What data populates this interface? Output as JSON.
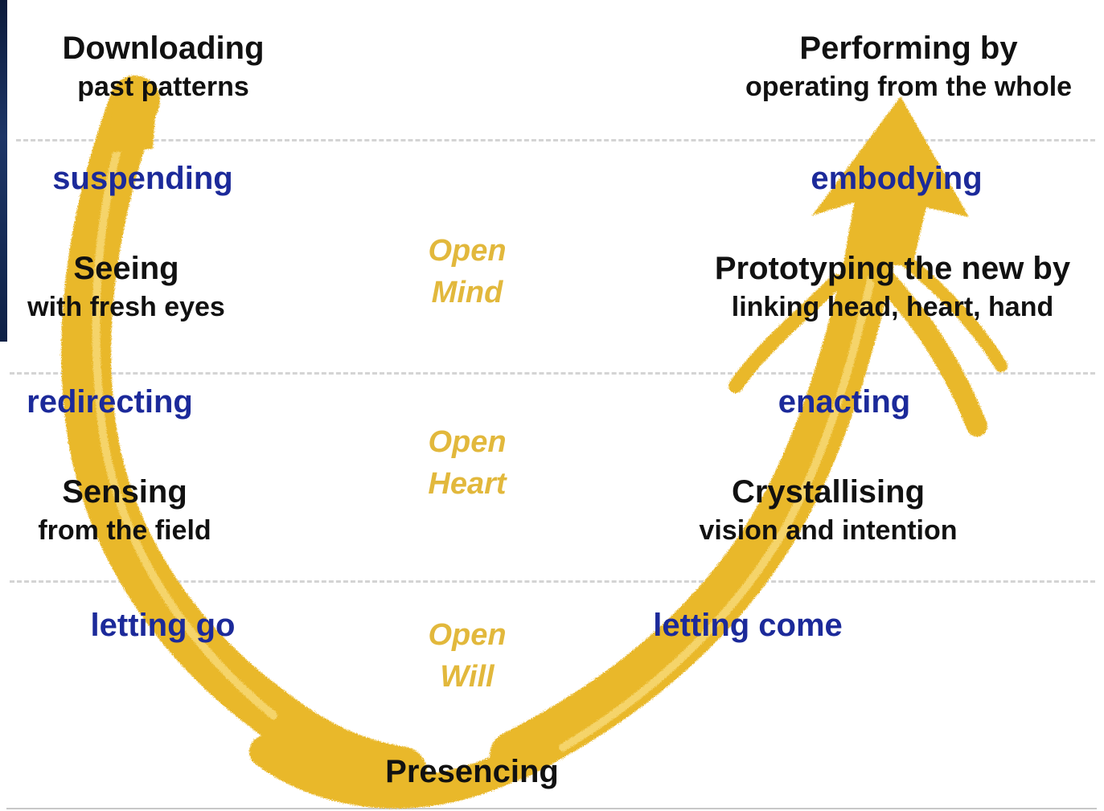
{
  "colors": {
    "arrow": "#e9b82a",
    "arrow_light": "#f5d46a",
    "stage_text": "#111111",
    "action_text": "#1c2a9a",
    "open_text": "#e2b83c",
    "divider": "#d4d4d4"
  },
  "left": {
    "downloading": {
      "title": "Downloading",
      "sub": "past patterns"
    },
    "suspending": "suspending",
    "seeing": {
      "title": "Seeing",
      "sub": "with fresh eyes"
    },
    "redirecting": "redirecting",
    "sensing": {
      "title": "Sensing",
      "sub": "from the field"
    },
    "letting_go": "letting go"
  },
  "right": {
    "performing": {
      "title": "Performing by",
      "sub": "operating from the whole"
    },
    "embodying": "embodying",
    "prototyping": {
      "title": "Prototyping the new by",
      "sub": "linking head, heart, hand"
    },
    "enacting": "enacting",
    "crystallising": {
      "title": "Crystallising",
      "sub": "vision and intention"
    },
    "letting_come": "letting come"
  },
  "center": {
    "open_mind": [
      "Open",
      "Mind"
    ],
    "open_heart": [
      "Open",
      "Heart"
    ],
    "open_will": [
      "Open",
      "Will"
    ],
    "presencing": "Presencing"
  }
}
